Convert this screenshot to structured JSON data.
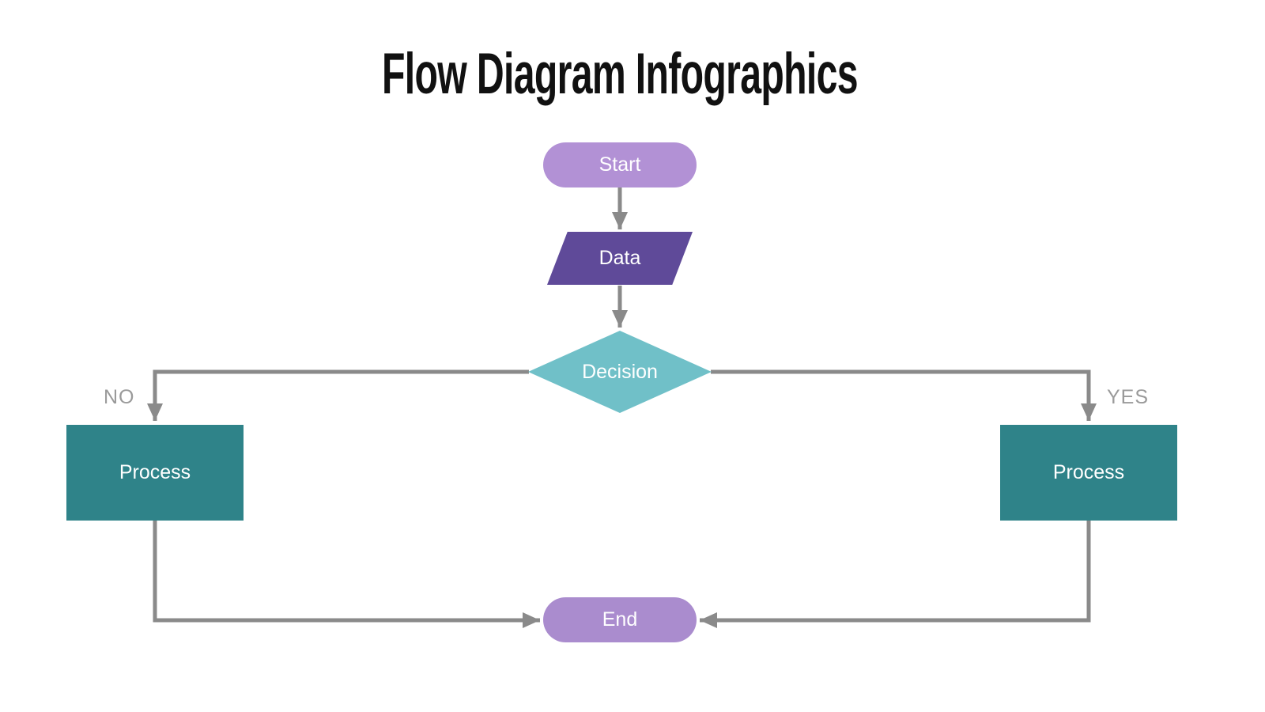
{
  "title": "Flow Diagram Infographics",
  "diagram": {
    "nodes": {
      "start": {
        "label": "Start",
        "shape": "terminator-pill"
      },
      "data": {
        "label": "Data",
        "shape": "parallelogram"
      },
      "decision": {
        "label": "Decision",
        "shape": "diamond"
      },
      "process_left": {
        "label": "Process",
        "shape": "rectangle"
      },
      "process_right": {
        "label": "Process",
        "shape": "rectangle"
      },
      "end": {
        "label": "End",
        "shape": "terminator-pill"
      }
    },
    "branch_labels": {
      "no": "NO",
      "yes": "YES"
    }
  },
  "colors": {
    "background": "#ffffff",
    "title": "#111111",
    "start-fill": "#b291d5",
    "data-fill": "#5f4a99",
    "decision-fill": "#70c0c8",
    "process-fill": "#2f8389",
    "end-fill": "#aa8cce",
    "connector": "#8a8a8a",
    "branch-label": "#9a9a9a",
    "node-text": "#ffffff"
  }
}
